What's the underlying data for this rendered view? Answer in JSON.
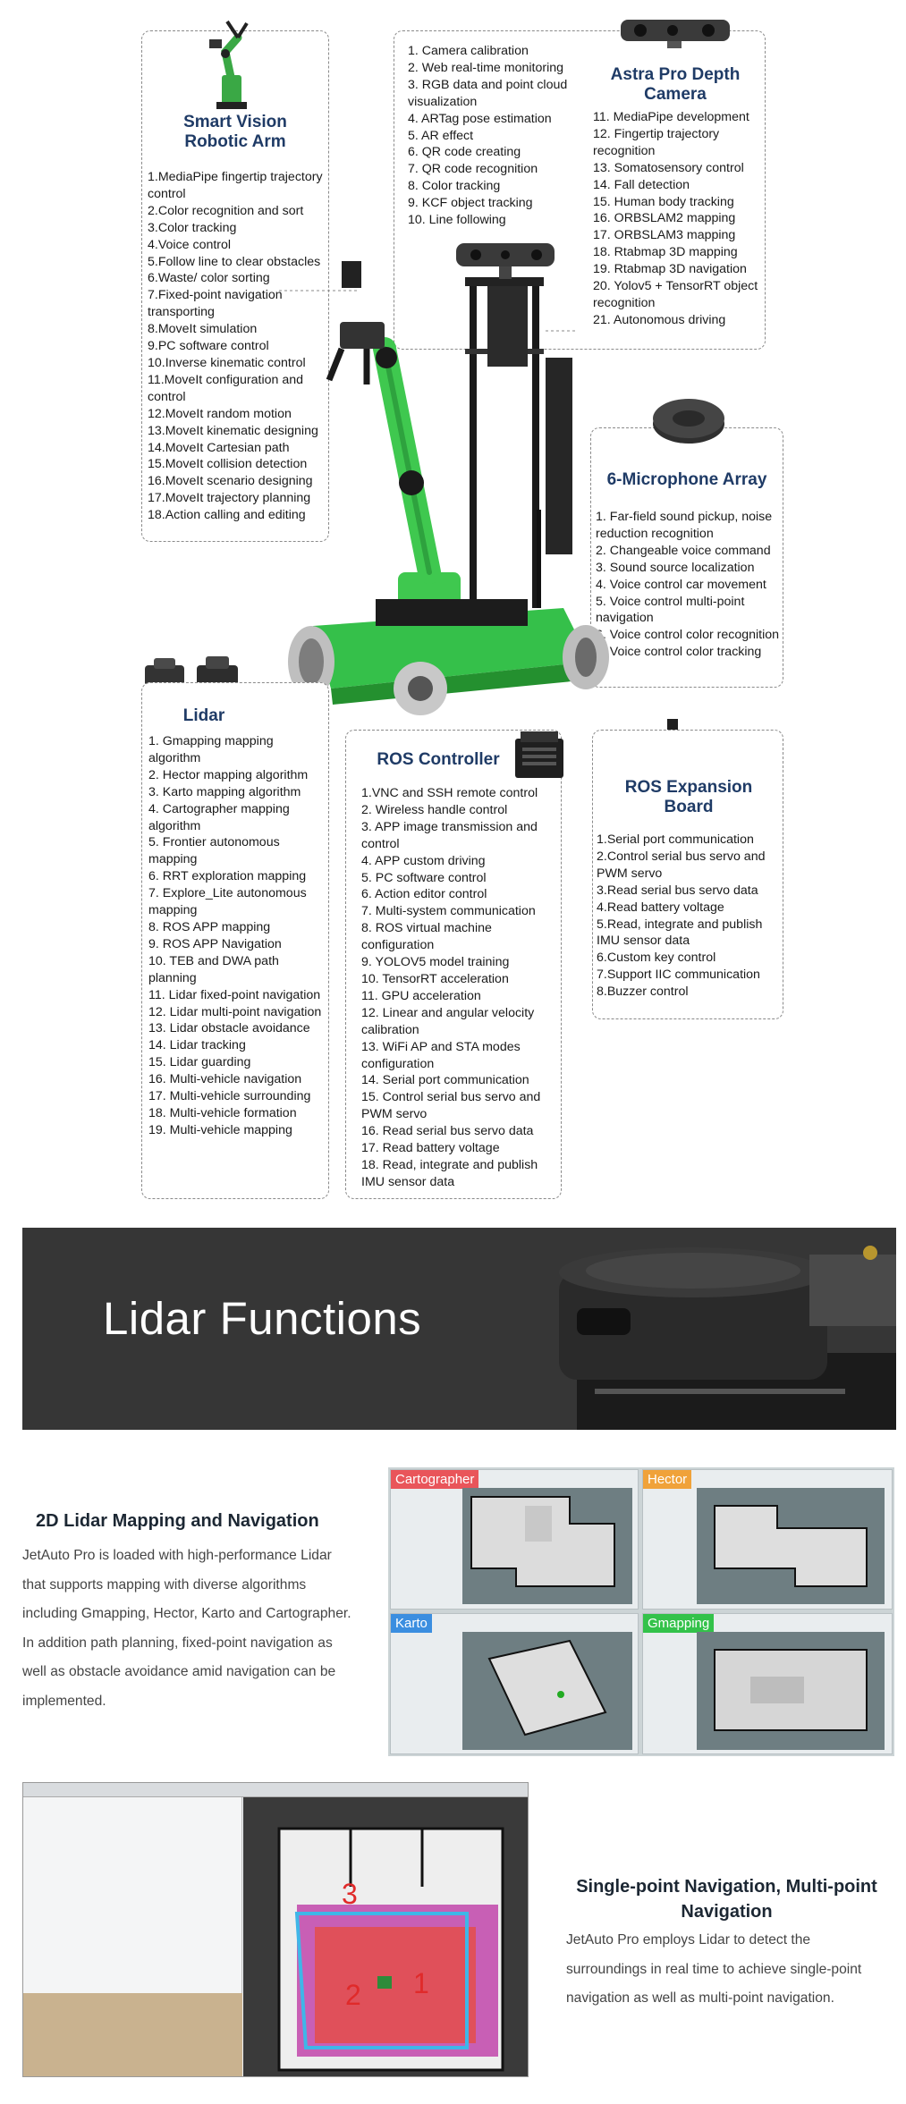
{
  "robot_arm": {
    "title": "Smart Vision Robotic Arm",
    "items": [
      "1.MediaPipe fingertip trajectory control",
      "2.Color recognition and sort",
      "3.Color tracking",
      "4.Voice control",
      "5.Follow line to clear obstacles",
      "6.Waste/ color sorting",
      "7.Fixed-point navigation transporting",
      "8.MoveIt simulation",
      "9.PC software control",
      "10.Inverse kinematic control",
      "11.MoveIt configuration and control",
      "12.MoveIt random motion",
      "13.MoveIt kinematic designing",
      "14.MoveIt Cartesian path",
      "15.MoveIt collision detection",
      "16.MoveIt scenario designing",
      "17.MoveIt trajectory planning",
      "18.Action calling and editing"
    ]
  },
  "camera": {
    "title": "Astra Pro Depth Camera",
    "items_left": [
      "1. Camera calibration",
      "2. Web real-time monitoring",
      "3. RGB data and point cloud visualization",
      "4. ARTag pose estimation",
      "5. AR effect",
      "6. QR code creating",
      "7. QR code recognition",
      "8. Color tracking",
      "9. KCF object tracking",
      "10. Line following"
    ],
    "items_right": [
      "11. MediaPipe development",
      "12. Fingertip trajectory recognition",
      "13. Somatosensory control",
      "14. Fall detection",
      "15. Human body tracking",
      "16. ORBSLAM2 mapping",
      "17. ORBSLAM3 mapping",
      "18. Rtabmap 3D mapping",
      "19. Rtabmap 3D navigation",
      "20. Yolov5 + TensorRT object recognition",
      "21. Autonomous driving"
    ]
  },
  "microphone": {
    "title": "6-Microphone Array",
    "items": [
      "1. Far-field sound pickup, noise reduction recognition",
      "2. Changeable voice command",
      "3. Sound source localization",
      "4. Voice control car movement",
      "5. Voice control multi-point navigation",
      "6. Voice control color recognition",
      "7. Voice control color tracking"
    ]
  },
  "lidar": {
    "title": "Lidar",
    "items": [
      "1. Gmapping mapping algorithm",
      "2. Hector mapping algorithm",
      "3. Karto mapping algorithm",
      "4. Cartographer mapping algorithm",
      "5. Frontier autonomous mapping",
      "6. RRT exploration mapping",
      "7. Explore_Lite autonomous mapping",
      "8. ROS APP mapping",
      "9. ROS APP Navigation",
      "10. TEB and DWA path planning",
      "11. Lidar fixed-point navigation",
      "12. Lidar multi-point navigation",
      "13. Lidar obstacle avoidance",
      "14. Lidar tracking",
      "15. Lidar guarding",
      "16. Multi-vehicle navigation",
      "17. Multi-vehicle surrounding",
      "18. Multi-vehicle formation",
      "19. Multi-vehicle mapping"
    ]
  },
  "ros_controller": {
    "title": "ROS Controller",
    "items": [
      "1.VNC and SSH remote control",
      "2. Wireless handle control",
      "3. APP image transmission and control",
      "4. APP custom driving",
      "5. PC software control",
      "6. Action editor control",
      "7. Multi-system communication",
      "8. ROS virtual machine configuration",
      "9. YOLOV5 model training",
      "10. TensorRT acceleration",
      "11. GPU acceleration",
      "12. Linear and angular velocity calibration",
      "13. WiFi AP and STA modes configuration",
      "14. Serial port communication",
      "15. Control serial bus servo and PWM servo",
      "16. Read serial bus servo data",
      "17. Read battery voltage",
      "18. Read, integrate and publish IMU sensor data"
    ]
  },
  "expansion": {
    "title": "ROS Expansion Board",
    "items": [
      "1.Serial port communication",
      "2.Control serial bus servo and PWM servo",
      "3.Read serial bus servo data",
      "4.Read battery voltage",
      "5.Read, integrate and publish IMU sensor data",
      "6.Custom key control",
      "7.Support IIC communication",
      "8.Buzzer control"
    ]
  },
  "banner": {
    "title": "Lidar Functions"
  },
  "mapping_section": {
    "title": "2D Lidar Mapping and Navigation",
    "body": "JetAuto Pro is loaded with high-performance Lidar that supports mapping with diverse algorithms including Gmapping, Hector, Karto and Cartographer. In addition path planning, fixed-point navigation as well as obstacle avoidance amid navigation can be implemented.",
    "tags": [
      {
        "label": "Cartographer",
        "color": "#e9555a"
      },
      {
        "label": "Hector",
        "color": "#f0a23a"
      },
      {
        "label": "Karto",
        "color": "#3b8ee0"
      },
      {
        "label": "Gmapping",
        "color": "#33c24a"
      }
    ]
  },
  "navigation_section": {
    "title": "Single-point Navigation, Multi-point Navigation",
    "body": "JetAuto Pro employs Lidar to detect the surroundings in real time to achieve single-point navigation as well as multi-point navigation.",
    "waypoints": [
      "1",
      "2",
      "3"
    ]
  },
  "colors": {
    "title_blue": "#1f3b66",
    "robot_green": "#35c04a",
    "banner_bg": "#363636"
  }
}
